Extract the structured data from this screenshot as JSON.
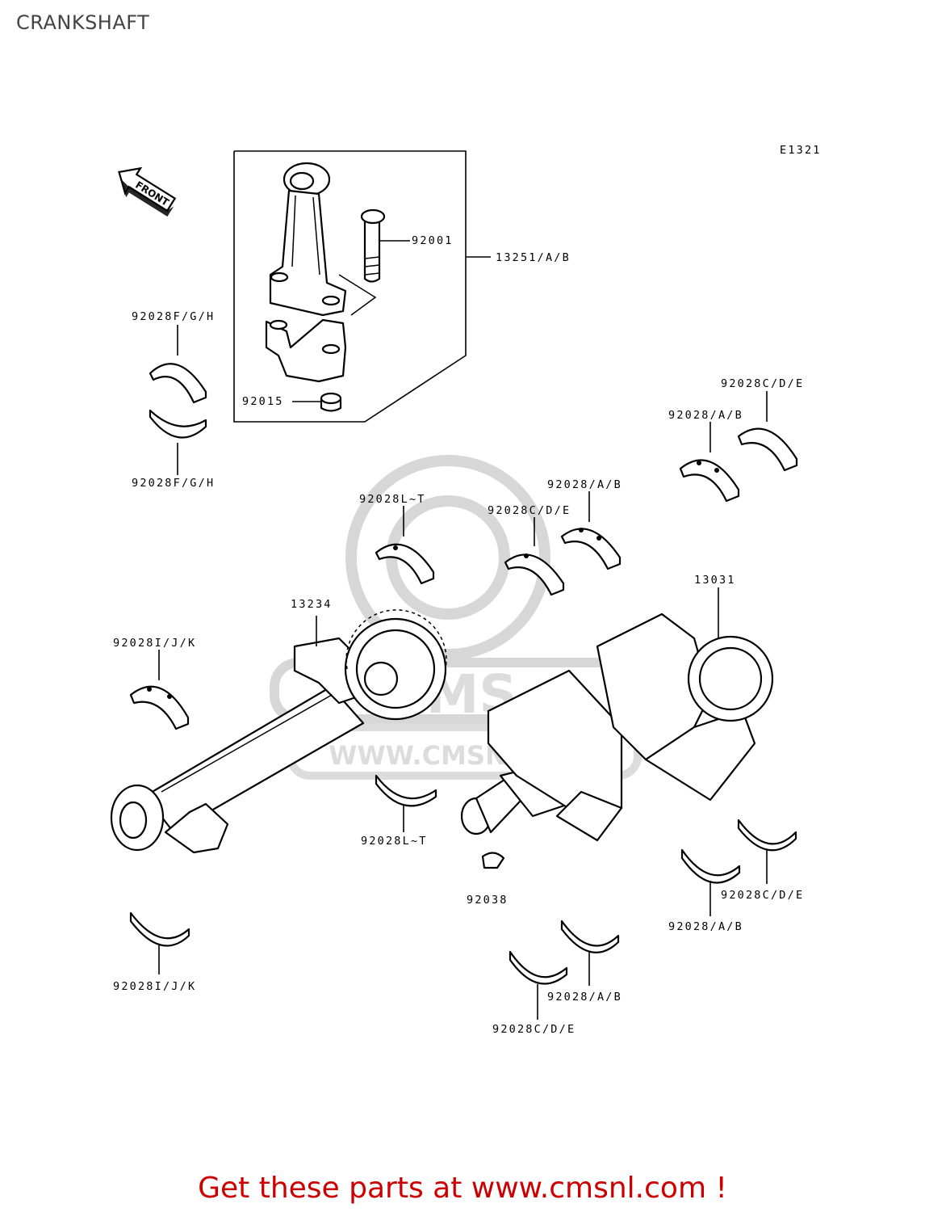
{
  "header": {
    "title": "CRANKSHAFT"
  },
  "diagram": {
    "ref_code": "E1321",
    "front_label": "FRONT",
    "watermark_url": "WWW.CMSNL.COM",
    "labels": {
      "conrod_assy": "13251/A/B",
      "conrod_bolt": "92001",
      "conrod_nut": "92015",
      "conrod_bearing_top": "92028F/G/H",
      "conrod_bearing_bottom": "92028F/G/H",
      "balancer_shaft": "13234",
      "crankshaft": "13031",
      "key": "92038",
      "bearing_ijk_top": "92028I/J/K",
      "bearing_ijk_bottom": "92028I/J/K",
      "bearing_lt_top": "92028L~T",
      "bearing_lt_bottom": "92028L~T",
      "bearing_cde_mid": "92028C/D/E",
      "bearing_ab_mid": "92028/A/B",
      "bearing_cde_right_top": "92028C/D/E",
      "bearing_ab_right_top": "92028/A/B",
      "bearing_cde_right_bottom": "92028C/D/E",
      "bearing_ab_right_bottom": "92028/A/B",
      "bearing_ab_bottom": "92028/A/B",
      "bearing_cde_bottom": "92028C/D/E"
    }
  },
  "footer": {
    "text": "Get these parts at www.cmsnl.com !"
  }
}
